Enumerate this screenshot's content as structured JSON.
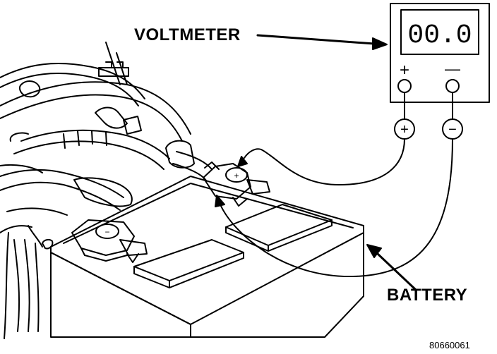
{
  "labels": {
    "voltmeter": "VOLTMETER",
    "battery": "BATTERY",
    "figure_number": "80660061"
  },
  "meter": {
    "readout": "00.0",
    "positive_symbol": "+",
    "negative_symbol": "—"
  },
  "probes": {
    "positive_symbol": "+",
    "negative_symbol": "−"
  },
  "terminals": {
    "positive_symbol": "+",
    "negative_symbol": "−"
  },
  "colors": {
    "ink": "#000000",
    "paper": "#ffffff"
  }
}
